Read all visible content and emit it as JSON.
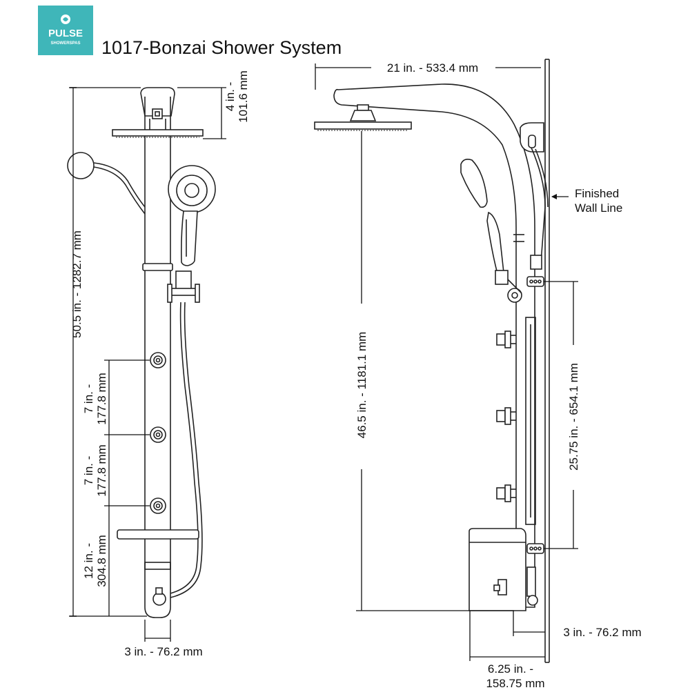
{
  "brand": {
    "name": "PULSE",
    "tagline": "SHOWERSPAS",
    "color": "#3fb6b9"
  },
  "title": "1017-Bonzai Shower System",
  "front_view": {
    "dim_total_height": "50.5 in. - 1282.7 mm",
    "dim_head_height_line1": "4 in. -",
    "dim_head_height_line2": "101.6 mm",
    "dim_jet_spacing_1_line1": "7 in. -",
    "dim_jet_spacing_1_line2": "177.8 mm",
    "dim_jet_spacing_2_line1": "7 in. -",
    "dim_jet_spacing_2_line2": "177.8 mm",
    "dim_bottom_line1": "12 in. -",
    "dim_bottom_line2": "304.8 mm",
    "dim_width": "3 in. - 76.2 mm"
  },
  "side_view": {
    "dim_reach": "21 in. - 533.4 mm",
    "dim_head_to_bottom": "46.5 in. - 1181.1 mm",
    "dim_jet_range": "25.75 in. - 654.1 mm",
    "dim_depth": "3 in. - 76.2 mm",
    "dim_total_depth_line1": "6.25 in. -",
    "dim_total_depth_line2": "158.75 mm",
    "wall_label_line1": "Finished",
    "wall_label_line2": "Wall Line"
  }
}
